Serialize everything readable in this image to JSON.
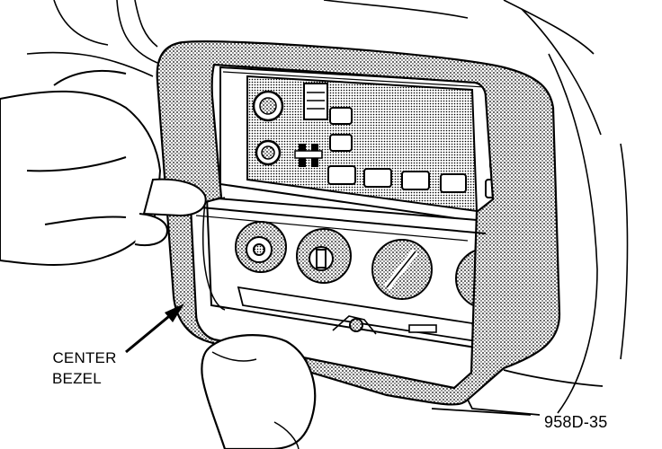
{
  "callouts": {
    "bezel_line1": "CENTER",
    "bezel_line2": "BEZEL"
  },
  "figure_number": "958D-35",
  "palette": {
    "ink": "#000000",
    "paper": "#ffffff",
    "shade": "#8a8a8a"
  }
}
